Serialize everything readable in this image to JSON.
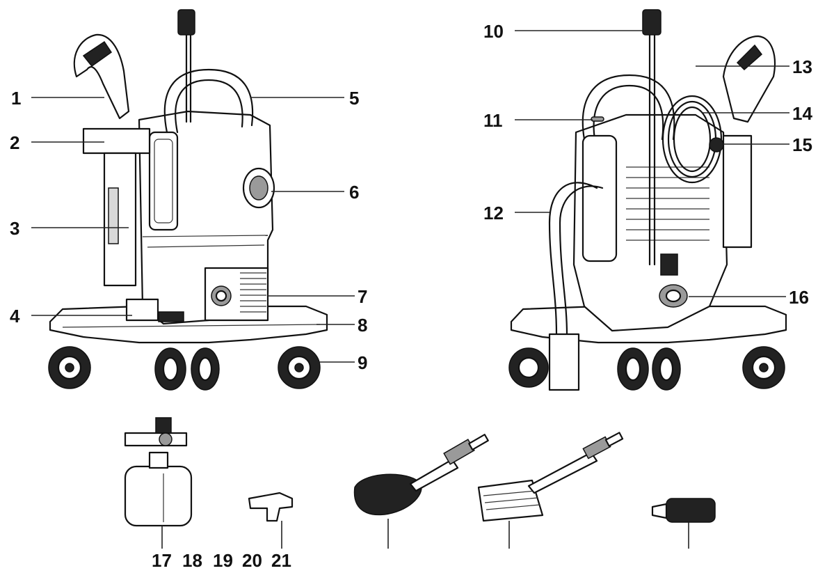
{
  "callouts": [
    {
      "id": "1",
      "text": "1"
    },
    {
      "id": "2",
      "text": "2"
    },
    {
      "id": "3",
      "text": "3"
    },
    {
      "id": "4",
      "text": "4"
    },
    {
      "id": "5",
      "text": "5"
    },
    {
      "id": "6",
      "text": "6"
    },
    {
      "id": "7",
      "text": "7"
    },
    {
      "id": "8",
      "text": "8"
    },
    {
      "id": "9",
      "text": "9"
    },
    {
      "id": "10",
      "text": "10"
    },
    {
      "id": "11",
      "text": "11"
    },
    {
      "id": "12",
      "text": "12"
    },
    {
      "id": "13",
      "text": "13"
    },
    {
      "id": "14",
      "text": "14"
    },
    {
      "id": "15",
      "text": "15"
    },
    {
      "id": "16",
      "text": "16"
    }
  ],
  "accessory_labels": {
    "l17": "17",
    "l18": "18",
    "l19": "19",
    "l20": "20",
    "l21": "21"
  },
  "colors": {
    "line": "#111111",
    "background": "#ffffff"
  }
}
